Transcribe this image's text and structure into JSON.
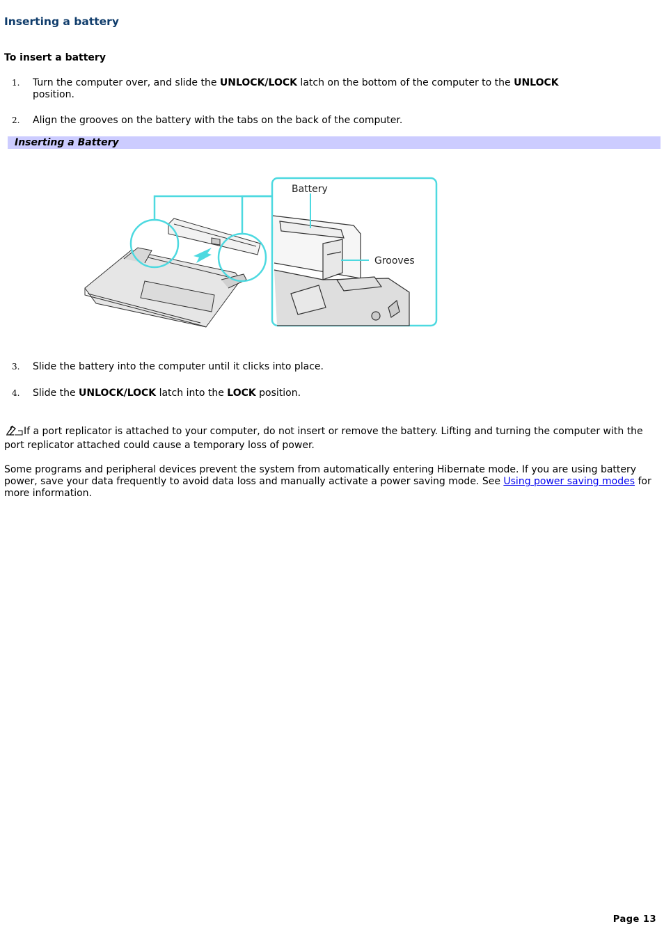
{
  "document": {
    "title": "Inserting a battery",
    "subheading": "To insert a battery",
    "steps_part1": [
      {
        "number": "1.",
        "segments": [
          {
            "text": "Turn the computer over, and slide the ",
            "bold": false
          },
          {
            "text": "UNLOCK/LOCK",
            "bold": true
          },
          {
            "text": " latch on the bottom of the computer to the ",
            "bold": false
          },
          {
            "text": "UNLOCK",
            "bold": true
          },
          {
            "text": " position.",
            "bold": false
          }
        ]
      },
      {
        "number": "2.",
        "segments": [
          {
            "text": "Align the grooves on the battery with the tabs on the back of the computer.",
            "bold": false
          }
        ]
      }
    ],
    "figure": {
      "caption": "Inserting a Battery",
      "labels": {
        "battery": "Battery",
        "grooves": "Grooves"
      },
      "accent_color": "#4dd9e0"
    },
    "steps_part2": [
      {
        "number": "3.",
        "segments": [
          {
            "text": "Slide the battery into the computer until it clicks into place.",
            "bold": false
          }
        ]
      },
      {
        "number": "4.",
        "segments": [
          {
            "text": "Slide the ",
            "bold": false
          },
          {
            "text": "UNLOCK/LOCK",
            "bold": true
          },
          {
            "text": " latch into the ",
            "bold": false
          },
          {
            "text": "LOCK",
            "bold": true
          },
          {
            "text": " position.",
            "bold": false
          }
        ]
      }
    ],
    "note": {
      "icon": "note-pen-icon",
      "text": "If a port replicator is attached to your computer, do not insert or remove the battery. Lifting and turning the computer with the port replicator attached could cause a temporary loss of power."
    },
    "paragraph": {
      "text_before": "Some programs and peripheral devices prevent the system from automatically entering Hibernate mode. If you are using battery power, save your data frequently to avoid data loss and manually activate a power saving mode. See ",
      "link_text": "Using power saving modes",
      "text_after": " for more information."
    },
    "footer": {
      "page_label": "Page 13"
    }
  },
  "colors": {
    "title": "#0f3c6b",
    "caption_bg": "#ccccff",
    "link": "#0000ee"
  }
}
